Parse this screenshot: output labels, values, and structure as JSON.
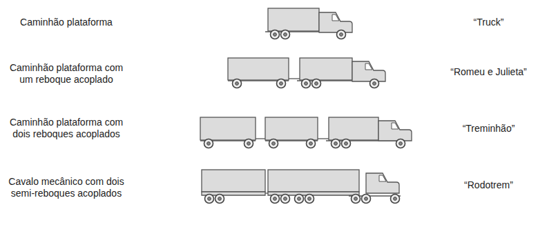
{
  "diagram": {
    "labels": [
      "Caminhão plataforma",
      "“Truck”",
      "Caminhão plataforma com um reboque acoplado",
      "“Romeu e Julieta”",
      "Caminhão plataforma com dois reboques acoplados",
      "“Treminhão”",
      "Cavalo mecânico com dois semi-reboques acoplados",
      "“Rodotrem”"
    ]
  }
}
